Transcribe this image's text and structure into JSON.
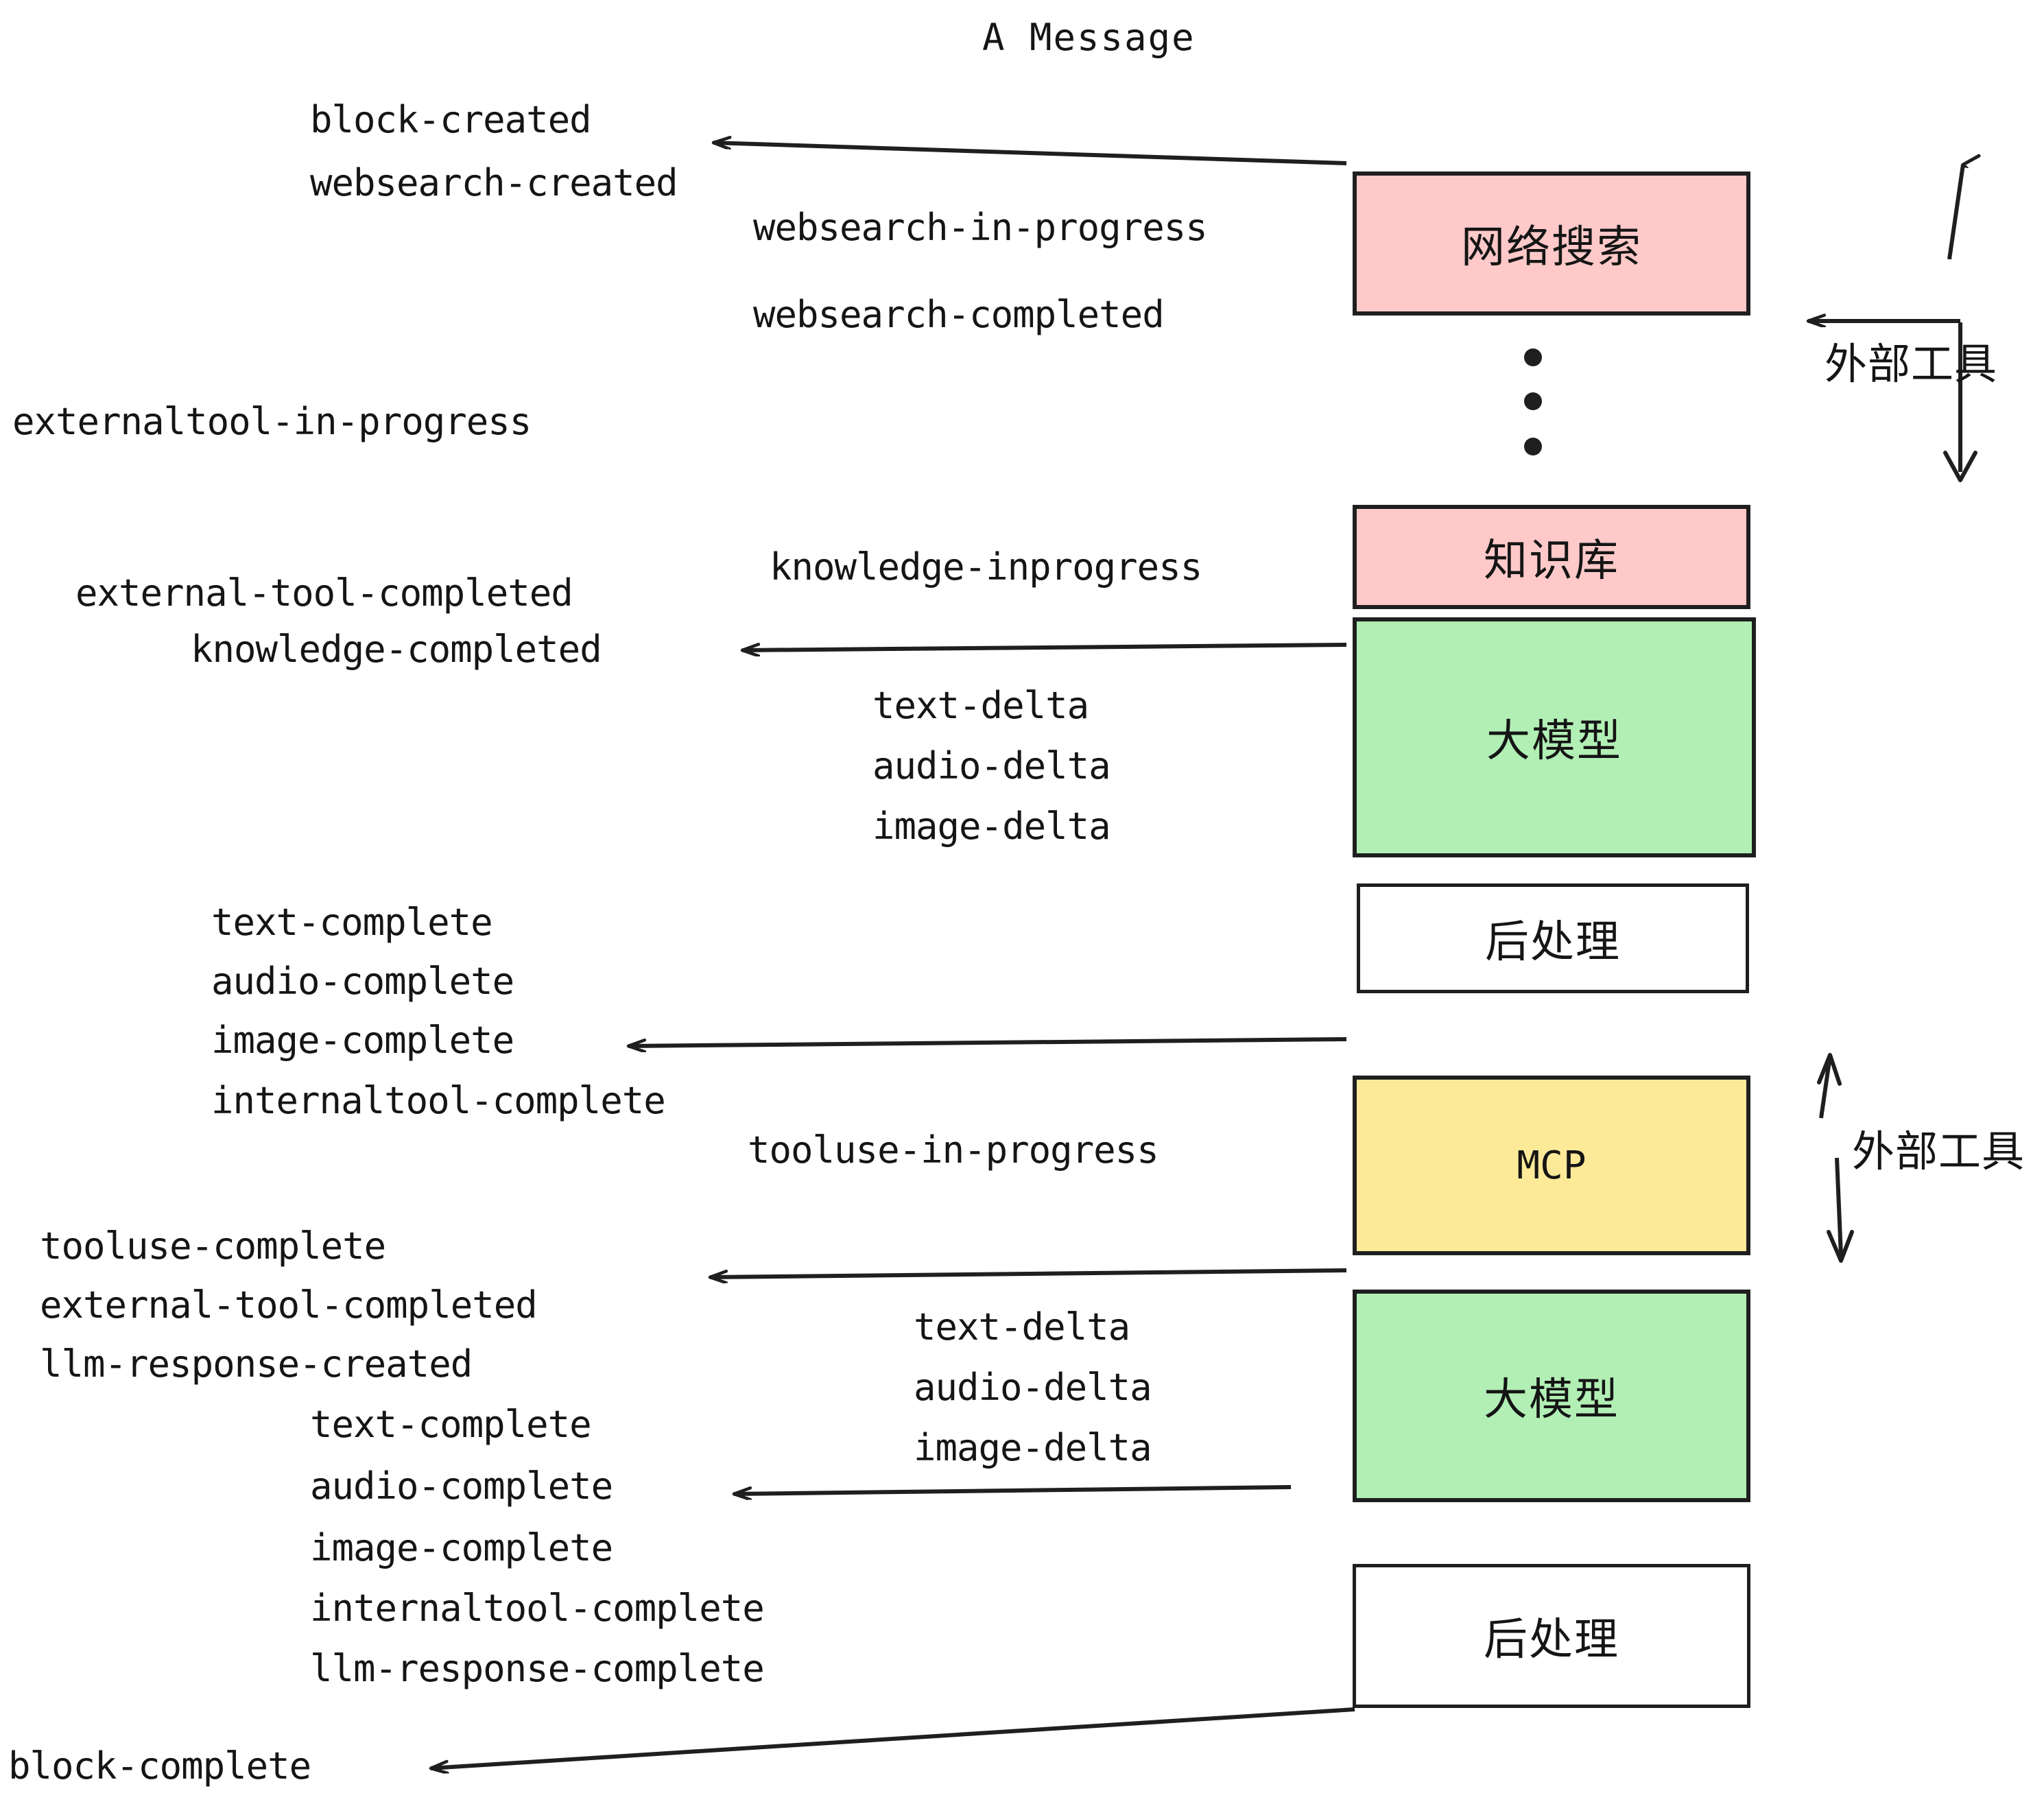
{
  "diagram": {
    "title": "A Message",
    "colors": {
      "pink": "#FFC9C9",
      "green": "#B2EFB5",
      "yellow": "#FDEA99",
      "white": "#FFFFFF",
      "stroke": "#1F1F1F",
      "text": "#151515",
      "background": "#FFFFFF"
    },
    "boxes": [
      {
        "label": "网络搜索",
        "fill": "#FFC9C9"
      },
      {
        "label": "知识库",
        "fill": "#FFC9C9"
      },
      {
        "label": "大模型",
        "fill": "#B2EFB5"
      },
      {
        "label": "后处理",
        "fill": "#FFFFFF"
      },
      {
        "label": "MCP",
        "fill": "#FDEA99"
      },
      {
        "label": "大模型",
        "fill": "#B2EFB5"
      },
      {
        "label": "后处理",
        "fill": "#FFFFFF"
      }
    ],
    "side_labels": [
      {
        "label": "外部工具"
      },
      {
        "label": "外部工具"
      }
    ],
    "events": [
      {
        "text": "block-created"
      },
      {
        "text": "websearch-created"
      },
      {
        "text": "websearch-in-progress"
      },
      {
        "text": "websearch-completed"
      },
      {
        "text": "externaltool-in-progress"
      },
      {
        "text": "knowledge-inprogress"
      },
      {
        "text": "external-tool-completed"
      },
      {
        "text": "knowledge-completed"
      },
      {
        "text": "text-delta"
      },
      {
        "text": "audio-delta"
      },
      {
        "text": "image-delta"
      },
      {
        "text": "text-complete"
      },
      {
        "text": "audio-complete"
      },
      {
        "text": "image-complete"
      },
      {
        "text": "internaltool-complete"
      },
      {
        "text": "tooluse-in-progress"
      },
      {
        "text": "tooluse-complete"
      },
      {
        "text": "external-tool-completed"
      },
      {
        "text": "llm-response-created"
      },
      {
        "text": "text-delta"
      },
      {
        "text": "audio-delta"
      },
      {
        "text": "image-delta"
      },
      {
        "text": "text-complete"
      },
      {
        "text": "audio-complete"
      },
      {
        "text": "image-complete"
      },
      {
        "text": "internaltool-complete"
      },
      {
        "text": "llm-response-complete"
      },
      {
        "text": "block-complete"
      }
    ],
    "ellipsis_dots": 3
  }
}
